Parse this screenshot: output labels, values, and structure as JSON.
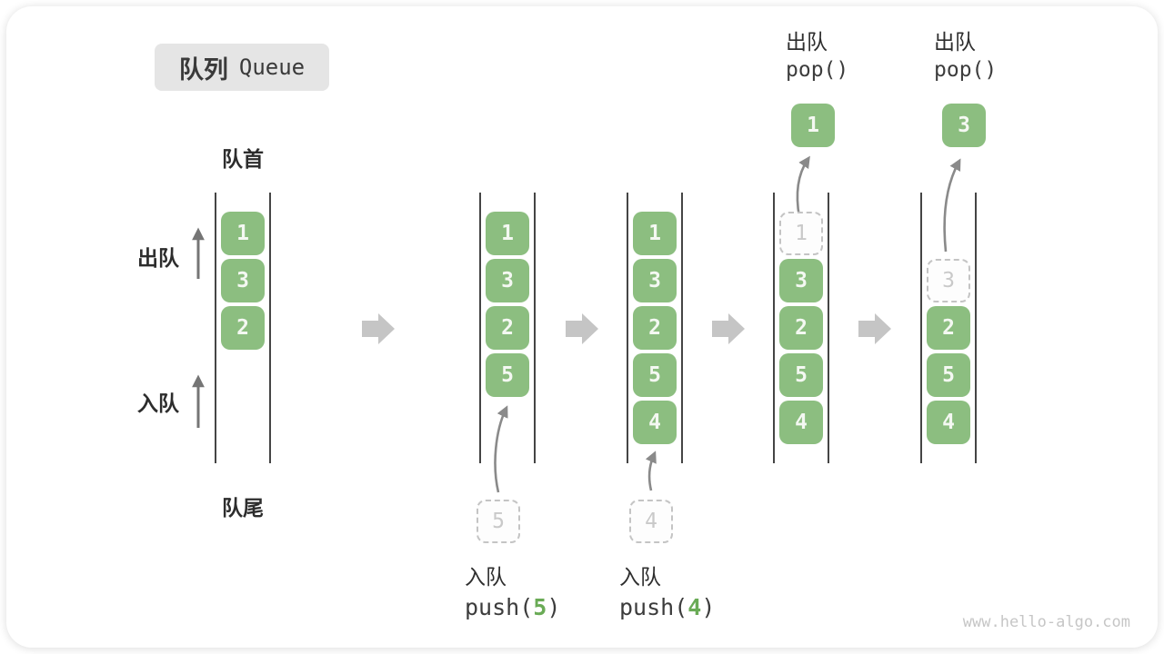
{
  "title": {
    "zh": "队列",
    "en": "Queue"
  },
  "side_labels": {
    "front": "队首",
    "rear": "队尾",
    "dequeue": "出队",
    "enqueue": "入队"
  },
  "colors": {
    "cell_green": "#8CBE80",
    "code_arg_green": "#6aab56"
  },
  "states": [
    {
      "name": "initial",
      "cells": [
        "1",
        "3",
        "2"
      ]
    },
    {
      "name": "after-push-5",
      "cells": [
        "1",
        "3",
        "2",
        "5"
      ],
      "pending": "5",
      "op": {
        "label": "入队",
        "fn": "push(",
        "arg": "5",
        "close": ")"
      }
    },
    {
      "name": "after-push-4",
      "cells": [
        "1",
        "3",
        "2",
        "5",
        "4"
      ],
      "pending": "4",
      "op": {
        "label": "入队",
        "fn": "push(",
        "arg": "4",
        "close": ")"
      }
    },
    {
      "name": "after-pop-1",
      "ghost": "1",
      "cells": [
        "3",
        "2",
        "5",
        "4"
      ],
      "popped": "1",
      "op": {
        "label": "出队",
        "code": "pop()"
      }
    },
    {
      "name": "after-pop-3",
      "ghost": "3",
      "cells": [
        "2",
        "5",
        "4"
      ],
      "popped": "3",
      "op": {
        "label": "出队",
        "code": "pop()"
      }
    }
  ],
  "watermark": "www.hello-algo.com"
}
